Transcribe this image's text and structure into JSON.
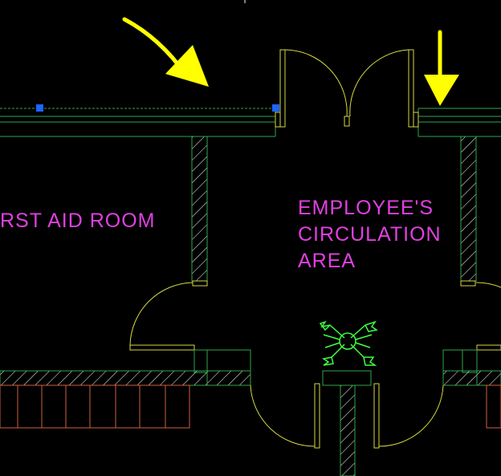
{
  "rooms": {
    "first_aid": "RST AID ROOM",
    "employee_line1": "EMPLOYEE'S",
    "employee_line2": "CIRCULATION",
    "employee_line3": "AREA"
  },
  "colors": {
    "background": "#000000",
    "wall_line": "#00ff00",
    "door_line": "#d8d840",
    "room_text": "#e040e0",
    "annotation_arrow": "#ffff00",
    "grip": "#1e64ff",
    "hatch": "#ffffff",
    "cabinet": "#d06040",
    "symbol": "#40ff40"
  },
  "icons": {
    "arrow": "arrow-icon",
    "grip": "grip-square-icon",
    "compass": "compass-rose-icon"
  }
}
